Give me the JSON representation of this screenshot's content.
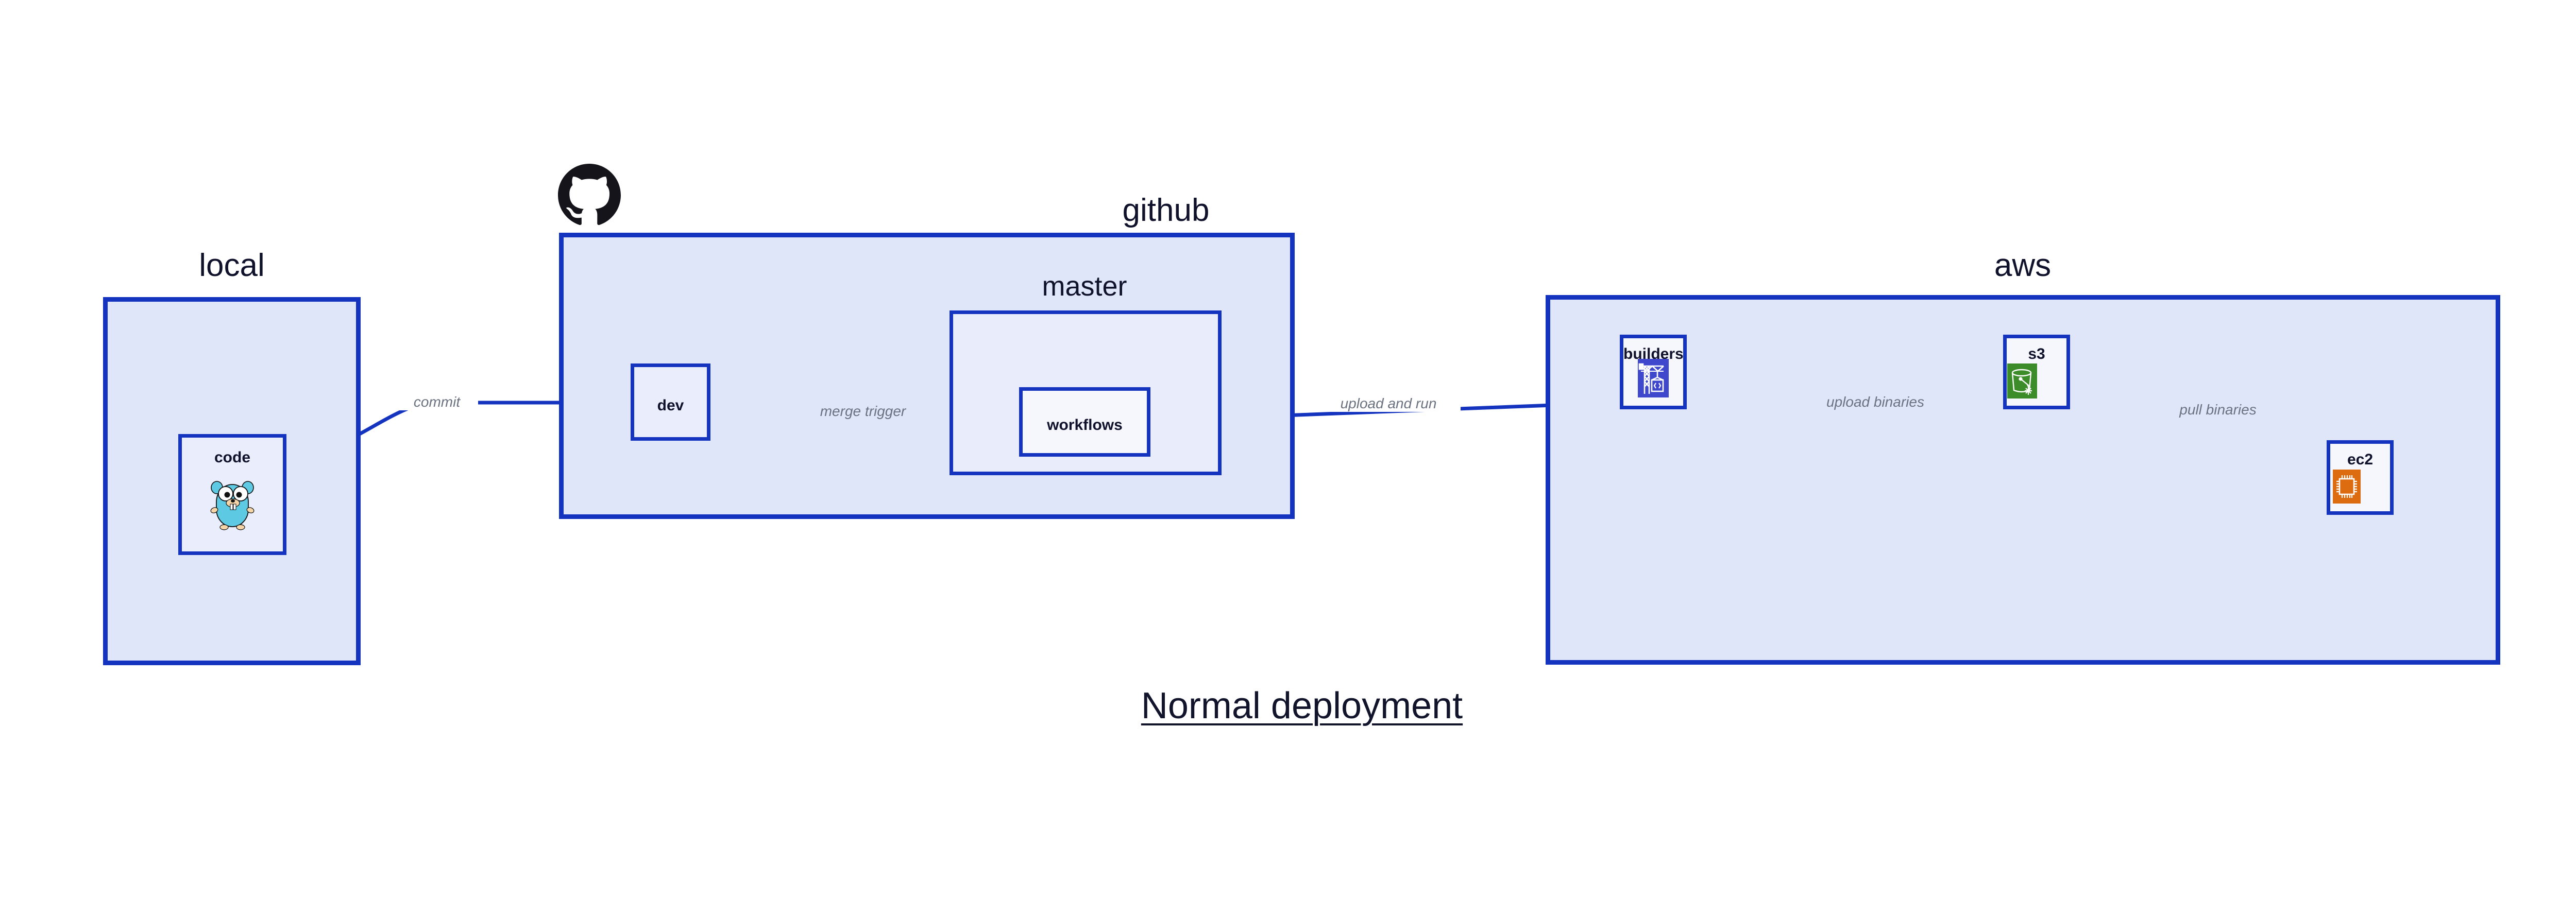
{
  "diagram": {
    "title": "Normal deployment",
    "accent_border": "#1434c0",
    "group_fill": "#e0e6fa",
    "node_fill": "#eaeefc",
    "label_color": "#6b7280",
    "text_color": "#10122b"
  },
  "groups": [
    {
      "id": "local",
      "label": "local",
      "icon": null
    },
    {
      "id": "github",
      "label": "github",
      "icon": "github-octocat-icon"
    },
    {
      "id": "aws",
      "label": "aws",
      "icon": null
    }
  ],
  "subgroups": [
    {
      "id": "master",
      "label": "master",
      "parent": "github"
    }
  ],
  "nodes": [
    {
      "id": "code",
      "label": "code",
      "parent": "local",
      "icon": "go-gopher-icon",
      "icon_color": "#5dc9e2"
    },
    {
      "id": "dev",
      "label": "dev",
      "parent": "github",
      "icon": null
    },
    {
      "id": "workflows",
      "label": "workflows",
      "parent": "master",
      "icon": null
    },
    {
      "id": "builders",
      "label": "builders",
      "parent": "aws",
      "icon": "aws-crane-code-icon",
      "icon_color": "#3f48cc"
    },
    {
      "id": "s3",
      "label": "s3",
      "parent": "aws",
      "icon": "aws-s3-bucket-icon",
      "icon_color": "#3c8c2a"
    },
    {
      "id": "ec2",
      "label": "ec2",
      "parent": "aws",
      "icon": "aws-ec2-chip-icon",
      "icon_color": "#dd6b10"
    }
  ],
  "edges": [
    {
      "id": "commit",
      "from": "code",
      "to": "dev",
      "label": "commit"
    },
    {
      "id": "merge-trigger",
      "from": "dev",
      "to": "workflows",
      "label": "merge trigger"
    },
    {
      "id": "upload-and-run",
      "from": "workflows",
      "to": "builders",
      "label": "upload and run"
    },
    {
      "id": "upload-binaries",
      "from": "builders",
      "to": "s3",
      "label": "upload binaries"
    },
    {
      "id": "pull-binaries",
      "from": "s3",
      "to": "ec2",
      "label": "pull binaries"
    }
  ]
}
